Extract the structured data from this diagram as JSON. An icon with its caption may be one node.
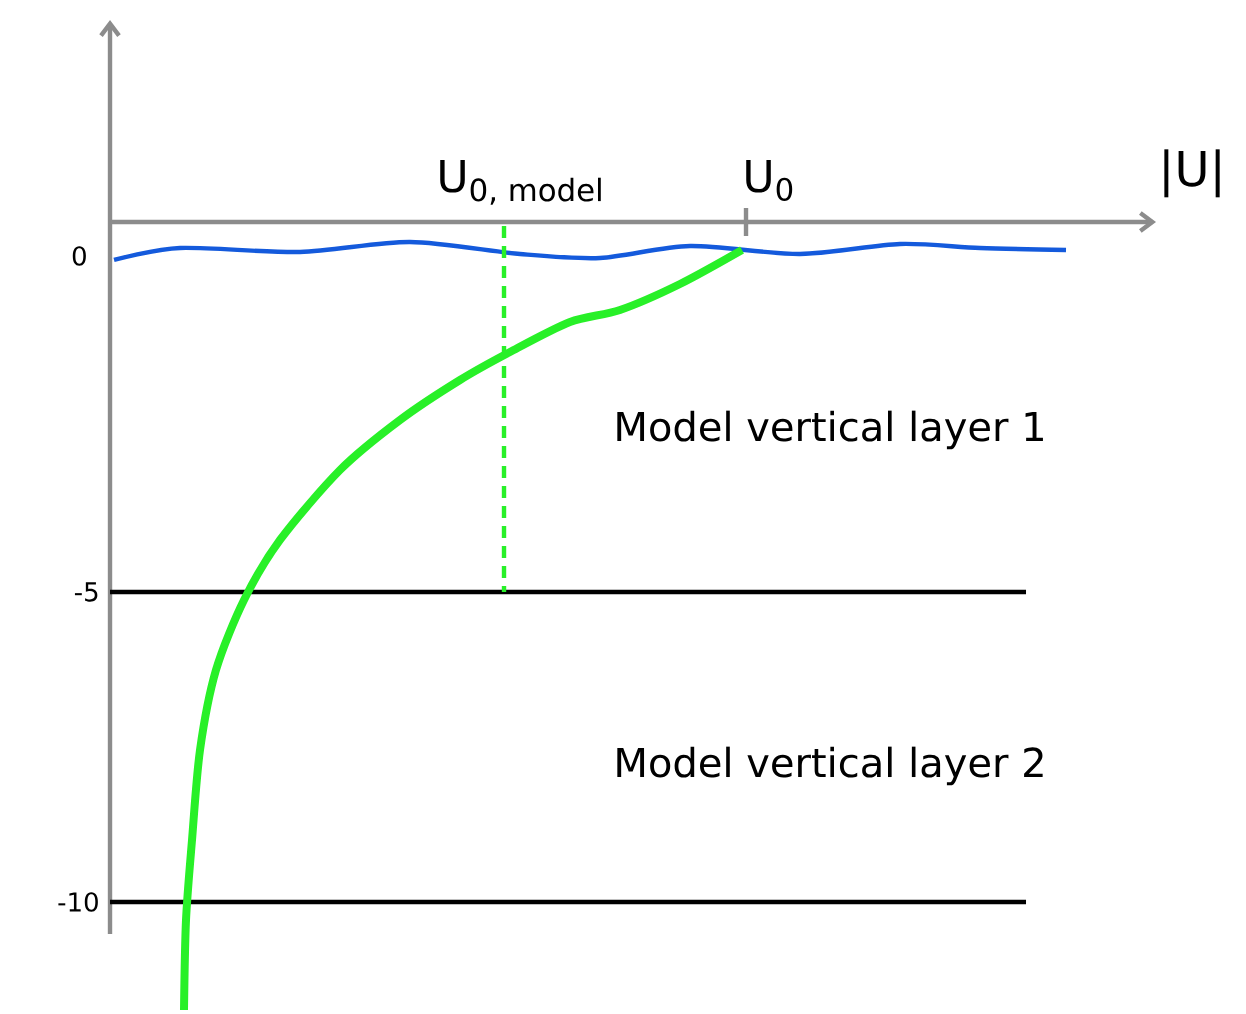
{
  "diagram": {
    "labels": [
      "U$_{0, model}$",
      "U$_{0}$",
      "|U|",
      "0",
      "-5",
      "-10",
      "Model vertical layer 1",
      "Model vertical layer 2"
    ]
  }
}
